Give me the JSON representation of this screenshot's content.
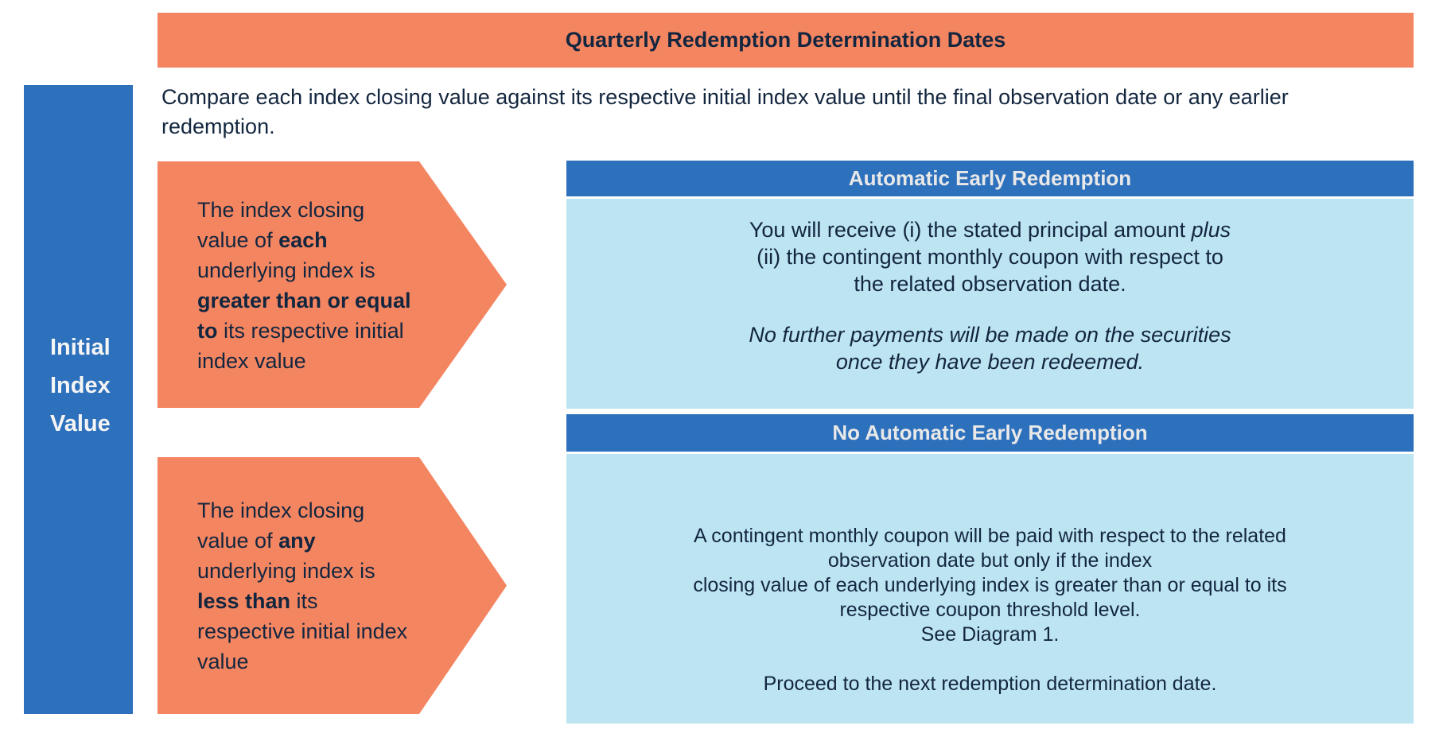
{
  "header": {
    "title": "Quarterly Redemption Determination Dates"
  },
  "intro": {
    "lines": [
      "Compare each index closing value against its respective initial index value until the final observation date or any earlier",
      "redemption."
    ]
  },
  "left_bar": {
    "lines": [
      "Initial",
      "Index",
      "Value"
    ]
  },
  "arrows": [
    {
      "id": "all-indices-at-or-above-initial",
      "lines": [
        {
          "pre": "The index closing"
        },
        {
          "pre": "value of ",
          "bold": "each"
        },
        {
          "pre": "underlying index is"
        },
        {
          "bold": "greater than or equal"
        },
        {
          "bold": "to ",
          "post": "its respective initial"
        },
        {
          "pre": "index value"
        }
      ]
    },
    {
      "id": "any-index-below-initial",
      "lines": [
        {
          "pre": "The index closing"
        },
        {
          "pre": "value of ",
          "bold": "any"
        },
        {
          "pre": "underlying index is"
        },
        {
          "bold": "less than",
          "post": " its"
        },
        {
          "pre": "respective initial index"
        },
        {
          "pre": "value"
        }
      ]
    }
  ],
  "auto_redemption": {
    "header": "Automatic Early Redemption",
    "lines": [
      {
        "pre": "You will receive (i) the stated principal amount ",
        "italic": "plus"
      },
      {
        "pre": "(ii) the contingent monthly coupon with respect to"
      },
      {
        "pre": "the related observation date."
      }
    ],
    "note_lines": [
      "No further payments will be made on the securities",
      "once they have been redeemed."
    ]
  },
  "no_auto_redemption": {
    "header": "No Automatic Early Redemption",
    "lines": [
      "A contingent monthly coupon will be paid with respect to the related",
      "observation date but only if the index",
      "closing value of each underlying index is greater than or equal to its",
      "respective coupon threshold level.",
      "See Diagram 1."
    ],
    "footer": "Proceed to the next redemption determination date."
  },
  "colors": {
    "orange": "#F48561",
    "blue": "#2D70BC",
    "light_blue": "#BDE4F1",
    "navy_text": "#13263F",
    "header_text": "#E8E8E8"
  }
}
